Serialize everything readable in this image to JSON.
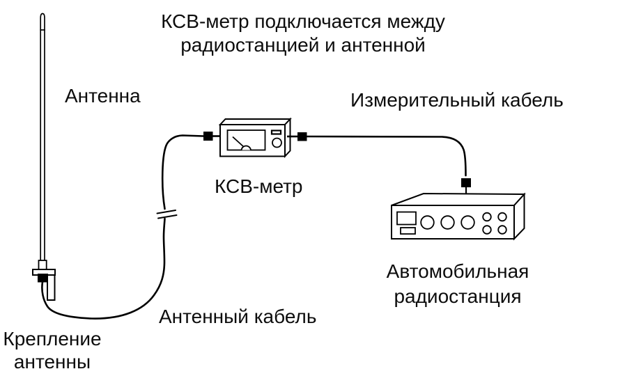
{
  "title": {
    "line1": "КСВ-метр подключается между",
    "line2": "радиостанцией и антенной"
  },
  "labels": {
    "antenna": "Антенна",
    "measuring_cable": "Измерительный кабель",
    "swr_meter": "КСВ-метр",
    "car_radio": {
      "line1": "Автомобильная",
      "line2": "радиостанция"
    },
    "antenna_cable": "Антенный кабель",
    "antenna_mount": {
      "line1": "Крепление",
      "line2": "антенны"
    }
  },
  "colors": {
    "ink": "#000000",
    "background": "#ffffff",
    "text": "#0d0d0d"
  }
}
